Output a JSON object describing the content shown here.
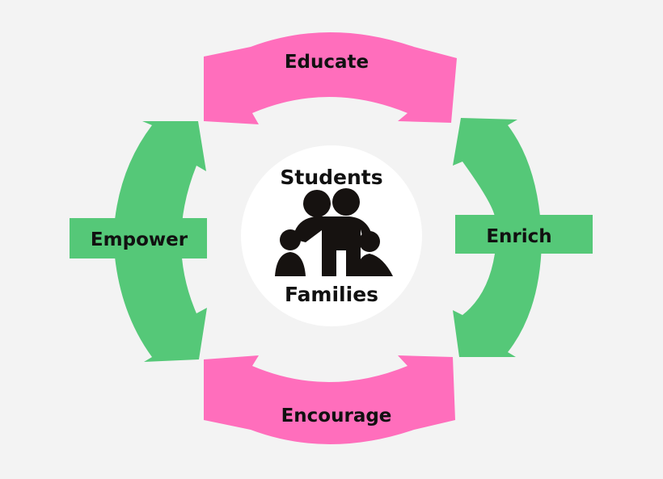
{
  "diagram": {
    "center": {
      "top_label": "Students",
      "bottom_label": "Families",
      "icon": "family-group-icon"
    },
    "arrows": [
      {
        "id": "top",
        "label": "Educate",
        "color": "#ff6ebc"
      },
      {
        "id": "right",
        "label": "Enrich",
        "color": "#55c878"
      },
      {
        "id": "bottom",
        "label": "Encourage",
        "color": "#ff6ebc"
      },
      {
        "id": "left",
        "label": "Empower",
        "color": "#55c878"
      }
    ],
    "colors": {
      "background": "#f3f3f3",
      "center_circle": "#ffffff",
      "icon": "#161210",
      "text": "#111111"
    }
  }
}
